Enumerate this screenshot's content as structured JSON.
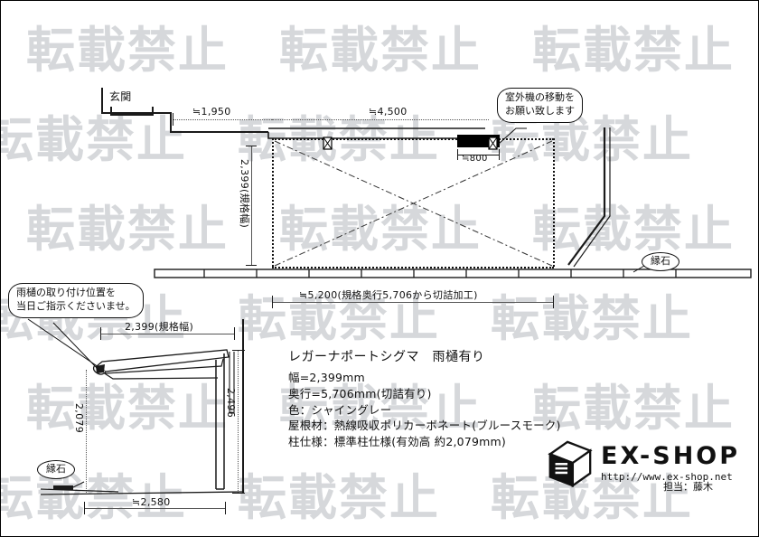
{
  "document": {
    "type": "carport-installation-drawing",
    "watermark_text": "転載禁止",
    "watermark_repeat": 18
  },
  "plan_view": {
    "entrance_label": "玄関",
    "dim_left": "≒1,950",
    "dim_top": "≒4,500",
    "dim_unit_width": "≒800",
    "dim_vertical": "2,399(規格幅)",
    "dim_bottom": "≒5,200(規格奥行5,706から切詰加工)",
    "curb_label": "縁石",
    "callout_outdoor_unit_line1": "室外機の移動を",
    "callout_outdoor_unit_line2": "お願い致します"
  },
  "elevation_view": {
    "dim_width": "2,399(規格幅)",
    "dim_post_height": "2,079",
    "dim_total_height": "2,496",
    "dim_depth": "≒2,580",
    "curb_label": "縁石",
    "callout_gutter_line1": "雨樋の取り付け位置を",
    "callout_gutter_line2": "当日ご指示くださいませ。"
  },
  "spec": {
    "title": "レガーナポートシグマ　雨樋有り",
    "lines": [
      "幅=2,399mm",
      "奥行=5,706mm(切詰有り)",
      "色：シャイングレー",
      "屋根材：熱線吸収ポリカーボネート(ブルースモーク)",
      "柱仕様：標準柱仕様(有効高 約2,079mm)"
    ]
  },
  "footer": {
    "brand": "EX-SHOP",
    "url": "http://www.ex-shop.net",
    "staff": "担当：藤木"
  },
  "colors": {
    "ink": "#111111",
    "watermark": "#9aa0a6",
    "paper": "#ffffff"
  }
}
